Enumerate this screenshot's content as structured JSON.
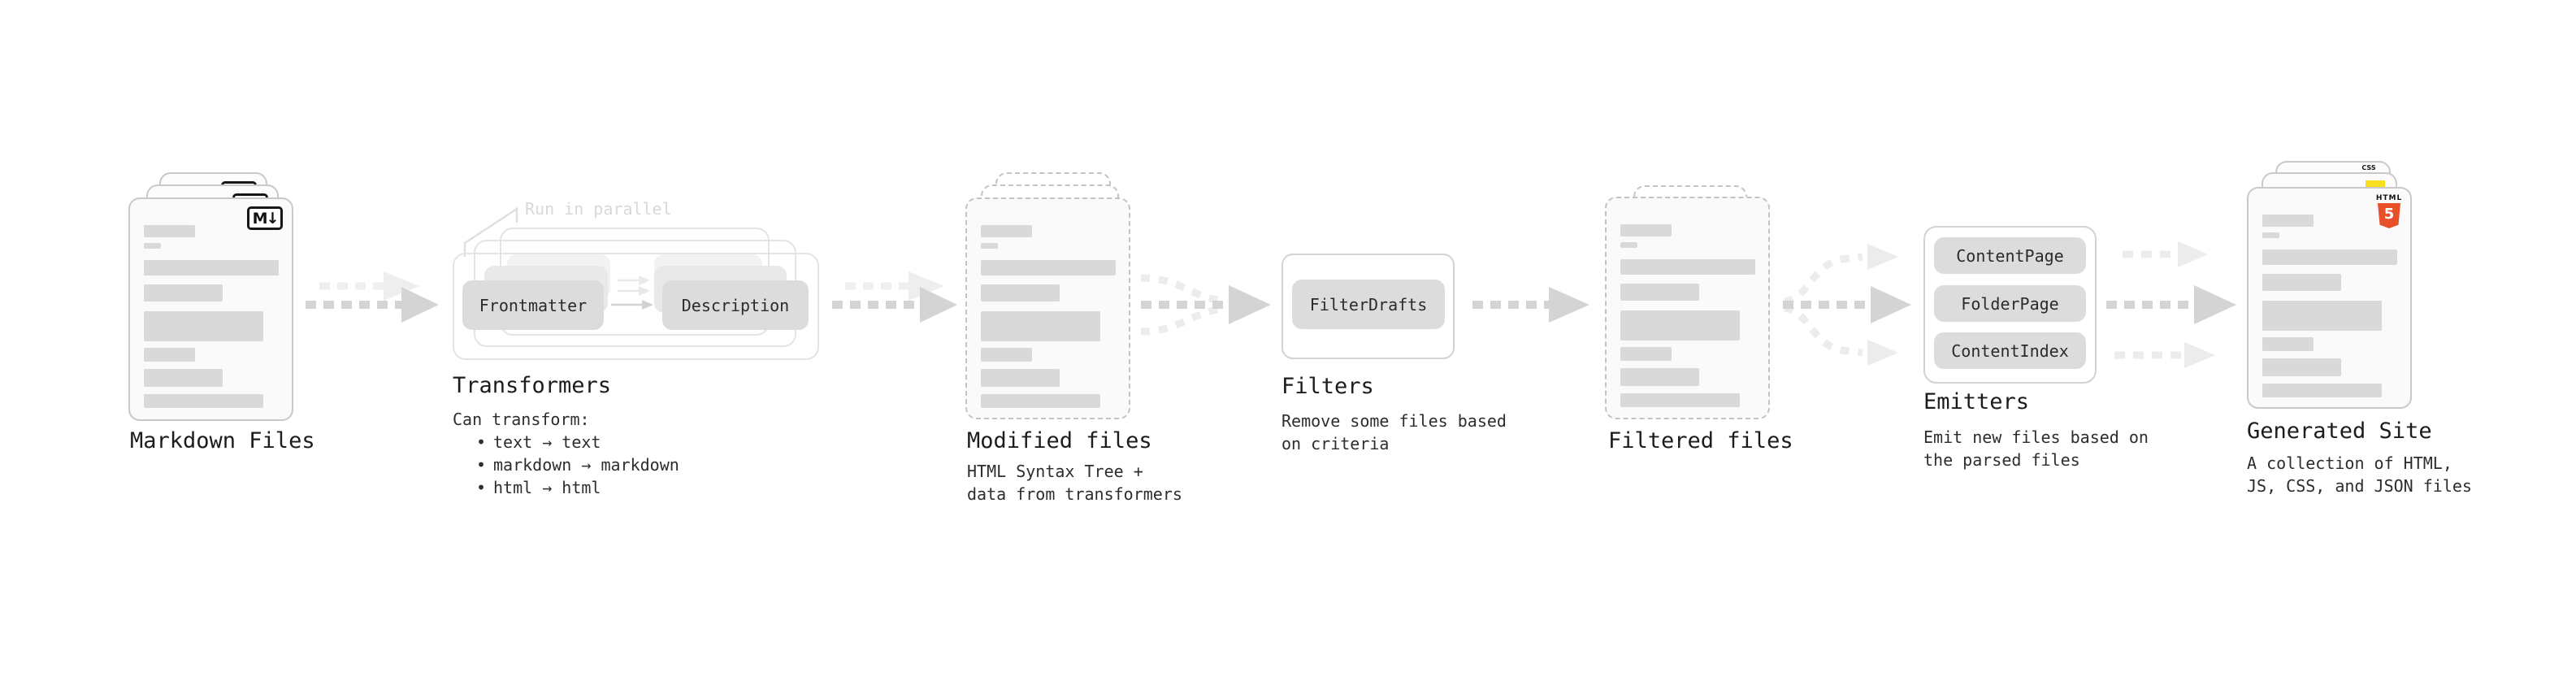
{
  "diagram": {
    "nodes": {
      "markdown_files": {
        "label": "Markdown Files",
        "file_type_icon": "M↓"
      },
      "transformers": {
        "annotation": "Run in parallel",
        "transformer_boxes": [
          "Frontmatter",
          "Description"
        ],
        "label": "Transformers",
        "description_title": "Can transform:",
        "capabilities": [
          "text → text",
          "markdown → markdown",
          "html → html"
        ]
      },
      "modified_files": {
        "label": "Modified files",
        "description": "HTML Syntax Tree +\ndata from transformers"
      },
      "filters": {
        "filter_boxes": [
          "FilterDrafts"
        ],
        "label": "Filters",
        "description": "Remove some files based\non criteria"
      },
      "filtered_files": {
        "label": "Filtered files"
      },
      "emitters": {
        "emitter_boxes": [
          "ContentPage",
          "FolderPage",
          "ContentIndex"
        ],
        "label": "Emitters",
        "description": "Emit new files based on\nthe parsed files"
      },
      "generated_site": {
        "label": "Generated Site",
        "description": "A collection of HTML,\nJS, CSS, and JSON files",
        "badge_html_word": "HTML",
        "badge_html_number": "5",
        "badge_css_word": "CSS"
      }
    },
    "colors": {
      "card_fill": "#fafafa",
      "card_border": "#c9c9c9",
      "placeholder_bar": "#d9d9d9",
      "pill_fill": "#dcdcdc",
      "arrow_dark": "#d4d4d4",
      "arrow_light": "#ececec",
      "html5_orange": "#e8502a",
      "js_yellow": "#f7df1e",
      "css_blue": "#2d6ae5",
      "annotation_gray": "#d8d8d8"
    }
  }
}
